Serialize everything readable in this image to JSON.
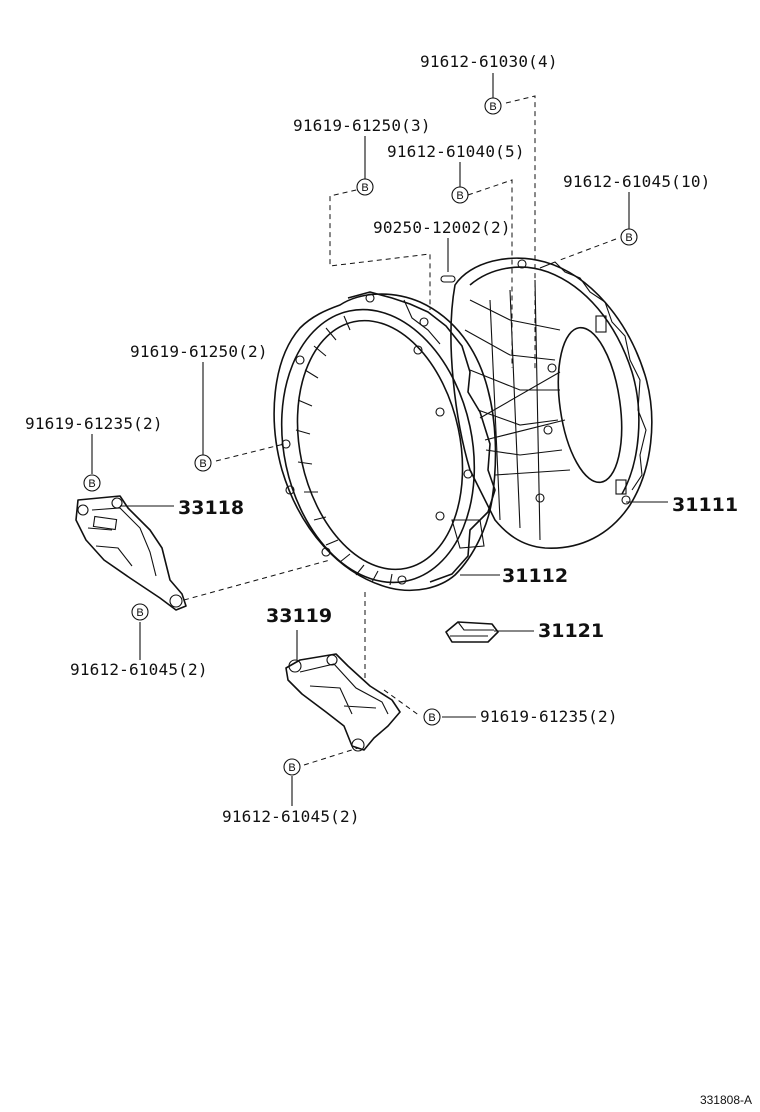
{
  "fastener_symbol": "B",
  "labels": {
    "p1": "91612-61030(4)",
    "p2": "91619-61250(3)",
    "p3": "91612-61040(5)",
    "p4": "91612-61045(10)",
    "p5": "90250-12002(2)",
    "p6": "91619-61250(2)",
    "p7": "91619-61235(2)",
    "p8": "91612-61045(2)",
    "p9": "91619-61235(2)",
    "p10": "91612-61045(2)"
  },
  "part_numbers": {
    "bracket_upper": "33118",
    "bracket_lower": "33119",
    "housing_rear": "31111",
    "housing_front": "31112",
    "plug": "31121"
  },
  "reference_code": "331808-A"
}
